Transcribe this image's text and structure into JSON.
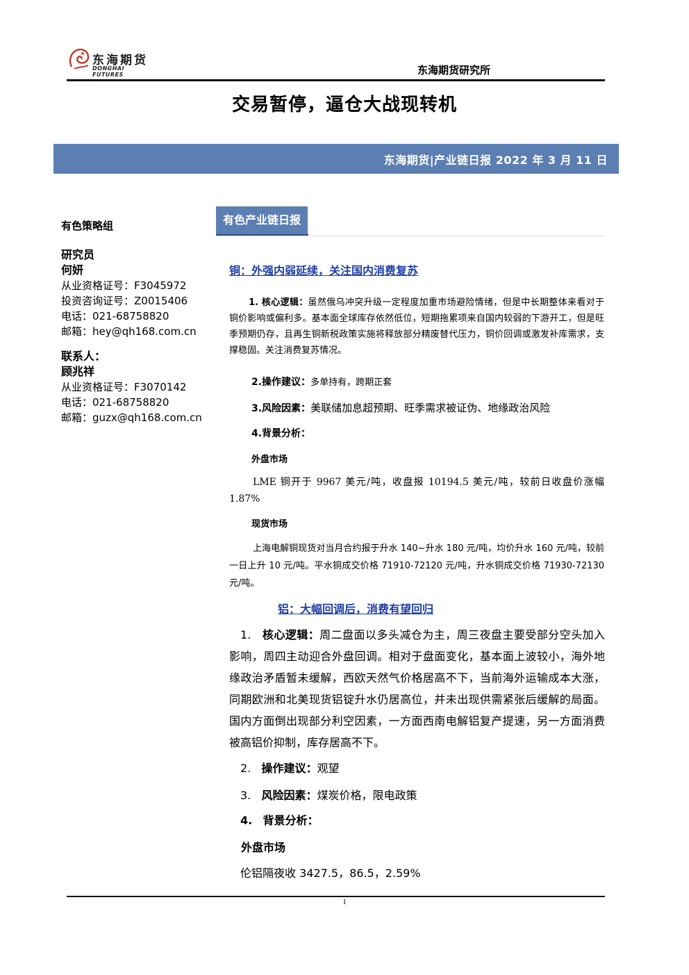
{
  "header": {
    "logo_cn": "东海期货",
    "logo_en": "DONGHAI FUTURES",
    "institute": "东海期货研究所"
  },
  "title": "交易暂停，逼仓大战现转机",
  "banner": "东海期货|产业链日报 2022 年 3 月 11 日",
  "sidebar": {
    "group": "有色策略组",
    "researcher_label": "研究员",
    "researcher_name": "何妍",
    "researcher_cert": "从业资格证号：F3045972",
    "researcher_consult": "投资咨询证号：Z0015406",
    "researcher_phone": "电话：021-68758820",
    "researcher_email": "邮箱：hey@qh168.com.cn",
    "contact_label": "联系人：",
    "contact_name": "顾兆祥",
    "contact_cert": "从业资格证号：F3070142",
    "contact_phone": "电话：021-68758820",
    "contact_email": "邮箱：guzx@qh168.com.cn"
  },
  "section_tag": "有色产业链日报",
  "copper": {
    "heading": "铜：外强内弱延续，关注国内消费复苏",
    "logic_label": "1.  核心逻辑：",
    "logic_text": "虽然俄乌冲突升级一定程度加重市场避险情绪，但是中长期整体来看对于铜价影响或偏利多。基本面全球库存依然低位，短期拖累项来自国内较弱的下游开工，但是旺季预期仍存，且再生铜新税政策实施将释放部分精废替代压力，铜价回调或激发补库需求，支撑稳固。关注消费复苏情况。",
    "op_label": "2.操作建议：",
    "op_text": "多单持有，跨期正套",
    "risk_label": "3.风险因素：",
    "risk_text": "美联储加息超预期、旺季需求被证伪、地缘政治风险",
    "bg_label": "4.背景分析：",
    "outer_label": "外盘市场",
    "outer_text": "LME 铜开于 9967 美元/吨，收盘报 10194.5 美元/吨，较前日收盘价涨幅 1.87%",
    "spot_label": "现货市场",
    "spot_text": "上海电解铜现货对当月合约报于升水 140~升水 180 元/吨，均价升水 160 元/吨，较前一日上升 10 元/吨。平水铜成交价格 71910-72120 元/吨，升水铜成交价格 71930-72130 元/吨。"
  },
  "aluminum": {
    "heading": "铝：大幅回调后，消费有望回归",
    "logic_num": "1.",
    "logic_label": "核心逻辑：",
    "logic_text": "周二盘面以多头减仓为主，周三夜盘主要受部分空头加入影响，周四主动迎合外盘回调。相对于盘面变化，基本面上波较小，海外地缘政治矛盾暂未缓解，西欧天然气价格居高不下，当前海外运输成本大涨，同期欧洲和北美现货铝锭升水仍居高位，并未出现供需紧张后缓解的局面。国内方面倒出现部分利空因素，一方面西南电解铝复产提速，另一方面消费被高铝价抑制，库存居高不下。",
    "op_num": "2.",
    "op_label": "操作建议：",
    "op_text": "观望",
    "risk_num": "3.",
    "risk_label": "风险因素：",
    "risk_text": "煤炭价格，限电政策",
    "bg_num": "4.",
    "bg_label": "背景分析：",
    "outer_label": "外盘市场",
    "outer_text": "伦铝隔夜收 3427.5，86.5，2.59%"
  },
  "footer": {
    "page": "1"
  }
}
